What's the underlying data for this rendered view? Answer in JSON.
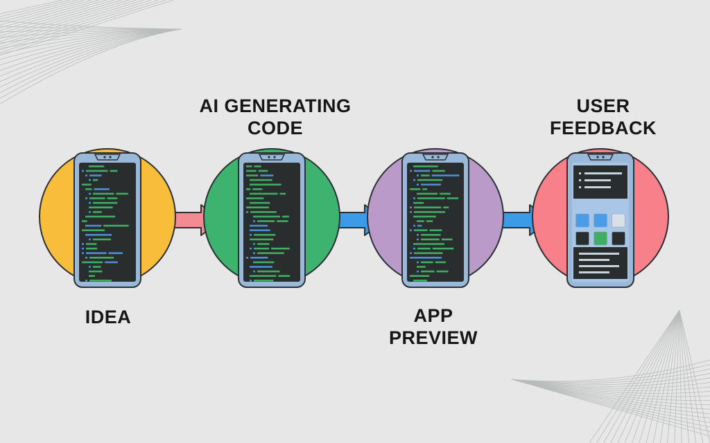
{
  "colors": {
    "background": "#e6e7e6",
    "outline": "#2b2f33",
    "screen": "#2a2d2e",
    "phone_frame": "#9ab8d8",
    "code_green": "#3fae63",
    "code_blue": "#4a8fd8",
    "arrow_pink": "#f48b93",
    "arrow_blue": "#3b9be6"
  },
  "steps": [
    {
      "id": "idea",
      "lines": [
        "IDEA"
      ],
      "circle_color": "#f9bd3c",
      "screen": "code"
    },
    {
      "id": "ai-generating-code",
      "lines": [
        "AI GENERATING",
        "CODE"
      ],
      "circle_color": "#3db36f",
      "screen": "code"
    },
    {
      "id": "app-preview",
      "lines": [
        "APP",
        "PREVIEW"
      ],
      "circle_color": "#b99ac8",
      "screen": "code"
    },
    {
      "id": "user-feedback",
      "lines": [
        "USER",
        "FEEDBACK"
      ],
      "circle_color": "#f7808a",
      "screen": "app"
    }
  ],
  "arrows": [
    {
      "from": "idea",
      "to": "ai-generating-code",
      "color": "#f48b93"
    },
    {
      "from": "ai-generating-code",
      "to": "app-preview",
      "color": "#3b9be6"
    },
    {
      "from": "app-preview",
      "to": "user-feedback",
      "color": "#3b9be6"
    }
  ],
  "app_grid_colors": [
    [
      "#4a9be8",
      "#4a9be8",
      "#d9dfe6"
    ],
    [
      "#2a2d2e",
      "#3fae63",
      "#2a2d2e"
    ],
    [
      "#d9dfe6",
      "#4a9be8",
      "#d9dfe6"
    ]
  ]
}
